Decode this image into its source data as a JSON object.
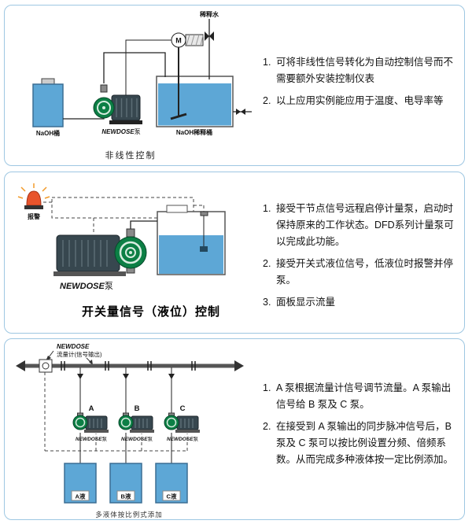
{
  "page": {
    "colors": {
      "border": "#9ec7e2",
      "water": "#5da7d6",
      "pump_green": "#0c7f45",
      "alarm_red": "#e8542c"
    }
  },
  "panel1": {
    "caption": "非线性控制",
    "labels": {
      "dilution_water": "稀释水",
      "motor": "M",
      "naoh_tank": "NaOH桶",
      "dilution_tank": "NaOH稀释桶",
      "pump_brand": "NEWDOSE",
      "pump_suffix": "泵"
    },
    "notes": [
      {
        "num": "1.",
        "text": "可将非线性信号转化为自动控制信号而不需要额外安装控制仪表"
      },
      {
        "num": "2.",
        "text": "以上应用实例能应用于温度、电导率等"
      }
    ]
  },
  "panel2": {
    "caption": "开关量信号（液位）控制",
    "labels": {
      "alarm": "报警",
      "pump_brand": "NEWDOSE",
      "pump_suffix": "泵"
    },
    "notes": [
      {
        "num": "1.",
        "text": "接受干节点信号远程启停计量泵，启动时保持原来的工作状态。DFD系列计量泵可以完成此功能。"
      },
      {
        "num": "2.",
        "text": "接受开关式液位信号，低液位时报警并停泵。"
      },
      {
        "num": "3.",
        "text": "面板显示流量"
      }
    ]
  },
  "panel3": {
    "caption": "多液体按比例式添加",
    "labels": {
      "brand": "NEWDOSE",
      "flowmeter": "流量计(信号输出)",
      "pump_a": "A",
      "pump_b": "B",
      "pump_c": "C",
      "pump_brand": "NEWDOSE",
      "pump_suffix": "泵",
      "tank_a": "A液",
      "tank_b": "B液",
      "tank_c": "C液"
    },
    "notes": [
      {
        "num": "1.",
        "text": "A 泵根据流量计信号调节流量。A 泵输出信号给 B 泵及 C 泵。"
      },
      {
        "num": "2.",
        "text": "在接受到 A 泵输出的同步脉冲信号后，B 泵及 C 泵可以按比例设置分频、倍频系数。从而完成多种液体按一定比例添加。"
      }
    ]
  }
}
